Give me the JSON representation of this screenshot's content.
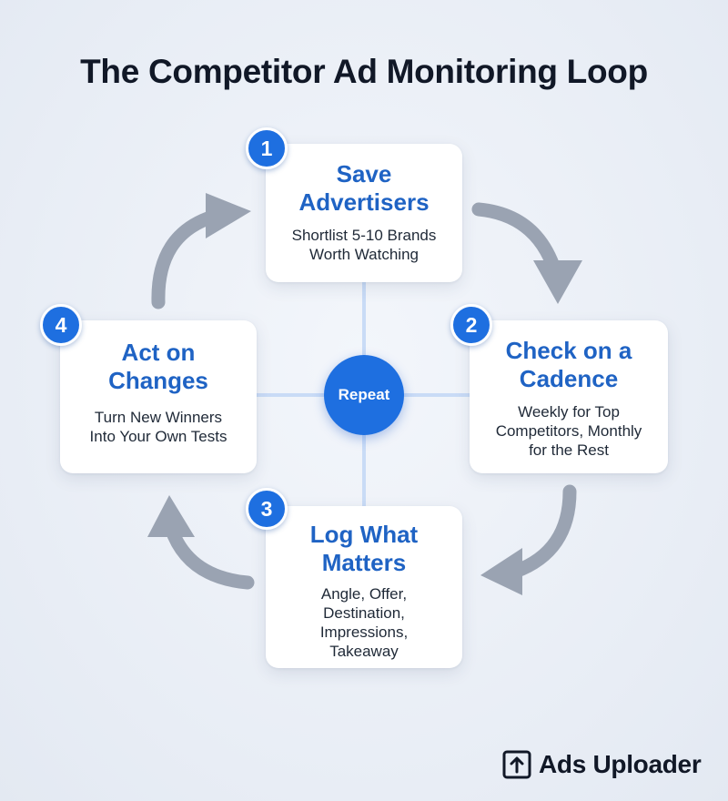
{
  "title": "The Competitor Ad Monitoring Loop",
  "hub_label": "Repeat",
  "steps": [
    {
      "number": "1",
      "title_lines": [
        "Save",
        "Advertisers"
      ],
      "desc_lines": [
        "Shortlist 5-10 Brands",
        "Worth Watching"
      ]
    },
    {
      "number": "2",
      "title_lines": [
        "Check on a",
        "Cadence"
      ],
      "desc_lines": [
        "Weekly for Top",
        "Competitors, Monthly",
        "for the Rest"
      ]
    },
    {
      "number": "3",
      "title_lines": [
        "Log What",
        "Matters"
      ],
      "desc_lines": [
        "Angle, Offer,",
        "Destination,",
        "Impressions,",
        "Takeaway"
      ]
    },
    {
      "number": "4",
      "title_lines": [
        "Act on",
        "Changes"
      ],
      "desc_lines": [
        "Turn New Winners",
        "Into Your Own Tests"
      ]
    }
  ],
  "brand": {
    "name": "Ads Uploader",
    "icon": "upload-box-icon"
  },
  "colors": {
    "accent": "#1e6fe0",
    "title_blue": "#1f63c4",
    "arrow": "#9aa3b2",
    "connector": "#c9dbf6"
  }
}
